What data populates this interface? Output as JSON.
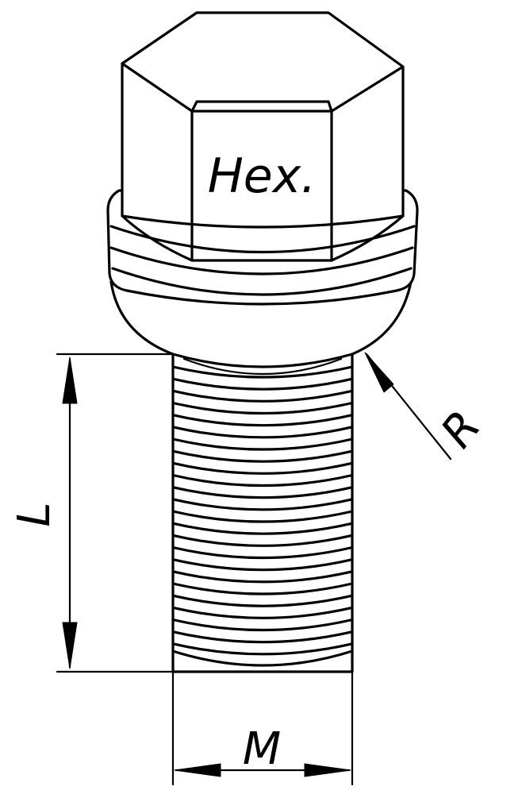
{
  "labels": {
    "head": "Hex.",
    "length": "L",
    "diameter": "M",
    "radius": "R"
  },
  "colors": {
    "line": "#000000",
    "background": "#ffffff"
  },
  "thread_turns": 24
}
